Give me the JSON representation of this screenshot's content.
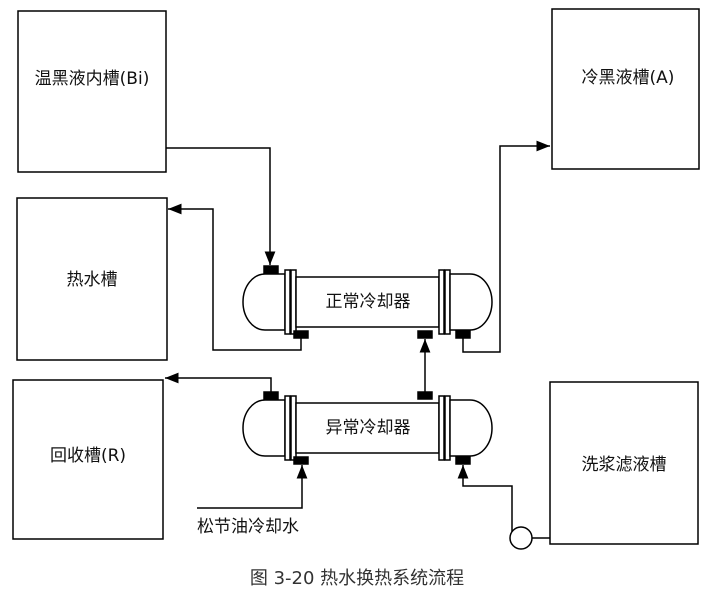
{
  "tanks": {
    "bi": "温黑液内槽(Bi)",
    "a": "冷黑液槽(A)",
    "hot_water": "热水槽",
    "r": "回收槽(R)",
    "wash": "洗浆滤液槽"
  },
  "coolers": {
    "normal": "正常冷却器",
    "abnormal": "异常冷却器"
  },
  "inlet_label": "松节油冷却水",
  "caption": "图 3-20 热水换热系统流程"
}
